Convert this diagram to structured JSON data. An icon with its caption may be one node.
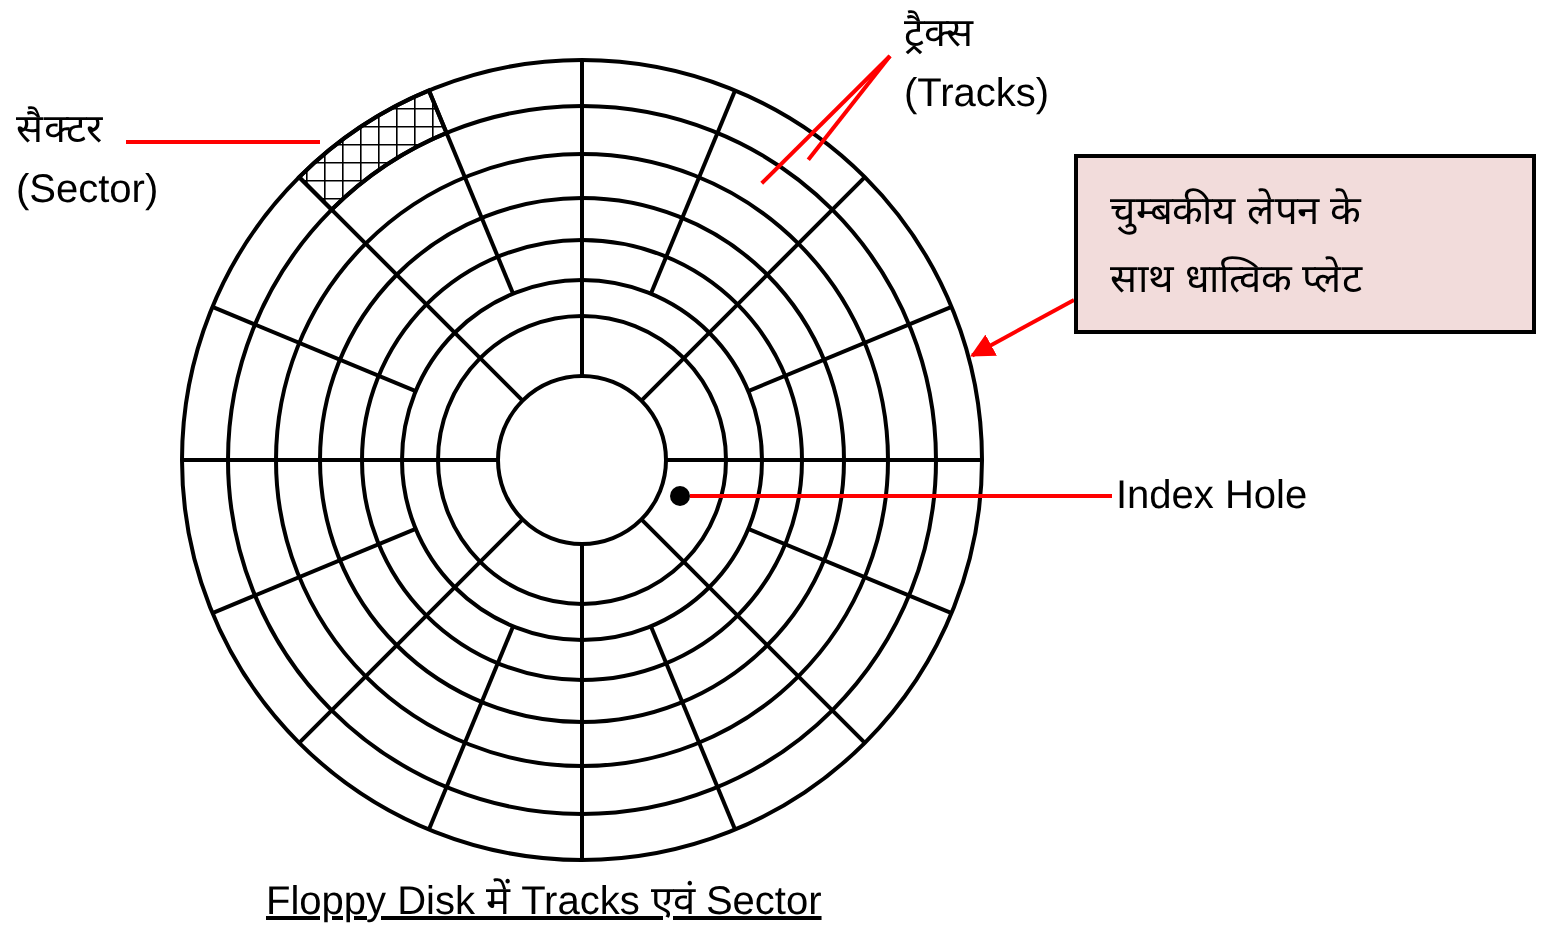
{
  "diagram": {
    "caption": "Floppy Disk में Tracks एवं Sector",
    "nodes": [
      {
        "text": [
          "सैक्टर (Sector)"
        ]
      },
      {
        "text": [
          "ट्रैक्स (Tracks)"
        ]
      },
      {
        "text": [
          "चुम्बकीय लेपन के साथ धात्विक प्लेट"
        ]
      },
      {
        "text": [],
        "shape": "circle"
      },
      {
        "text": [],
        "shape": "sector",
        "in": 3
      },
      {
        "text": [],
        "shape": "circle",
        "in": 3
      },
      {
        "text": [
          "Index Hole"
        ]
      }
    ],
    "edges": [
      {
        "from": 0,
        "to": 4,
        "arrow": "none",
        "color": "#ff0000"
      },
      {
        "from": 1,
        "to": 3,
        "arrow": "none",
        "color": "#ff0000"
      },
      {
        "from": 1,
        "to": 3,
        "arrow": "none",
        "color": "#ff0000"
      },
      {
        "from": 2,
        "to": 3,
        "arrow": "to",
        "color": "#ff0000"
      },
      {
        "from": 6,
        "to": 5,
        "arrow": "none",
        "color": "#ff0000"
      }
    ]
  }
}
